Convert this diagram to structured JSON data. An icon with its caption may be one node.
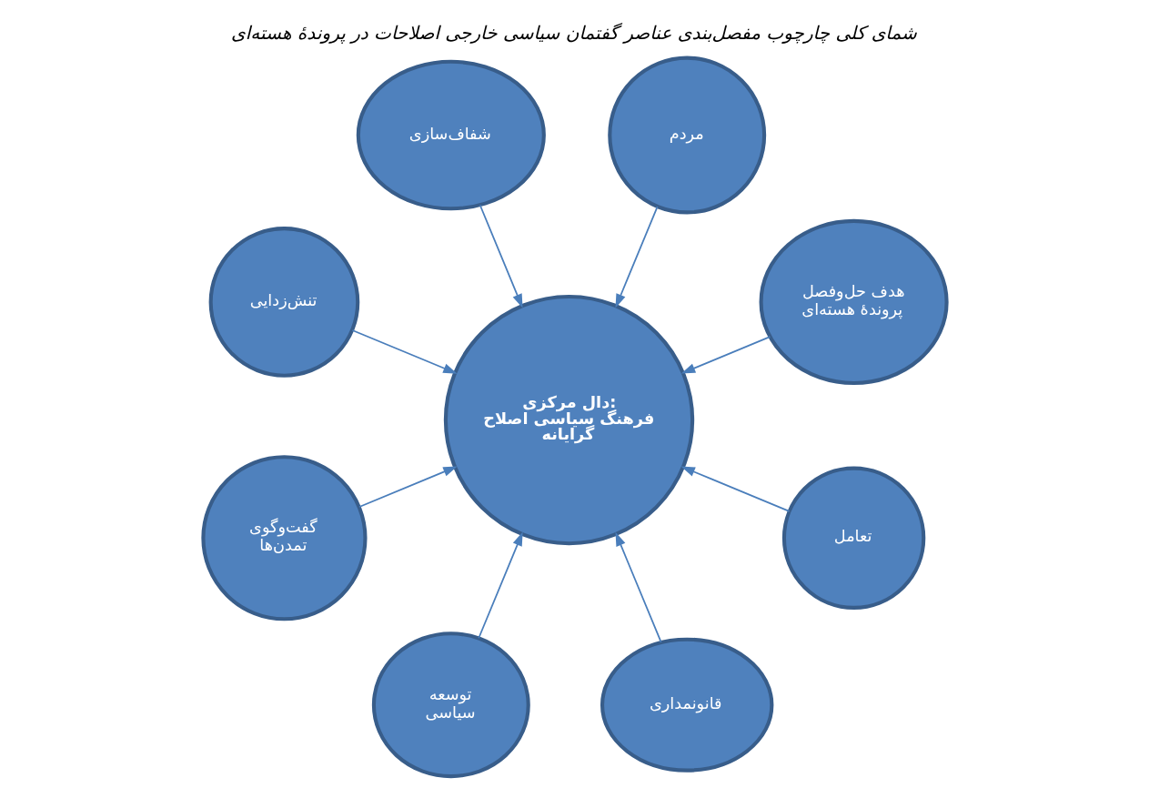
{
  "diagram": {
    "title": "شمای کلی چارچوب مفصل‌بندی عناصر گفتمان سیاسی خارجی اصلاحات در پروندۀ هسته‌ای",
    "nodes": [
      {
        "text": [
          "هدف حل‌وفصل پروندۀ هسته‌ای"
        ]
      },
      {
        "text": [
          "مردم"
        ]
      },
      {
        "text": [
          "شفاف‌سازی"
        ]
      },
      {
        "text": [
          "تنش‌زدایی"
        ]
      },
      {
        "text": [
          "دال مرکزی:",
          "فرهنگ سیاسی اصلاح گرایانه"
        ]
      },
      {
        "text": [
          "گفت‌وگوی تمدن‌ها"
        ]
      },
      {
        "text": [
          "توسعه سیاسی"
        ]
      },
      {
        "text": [
          "قانونمداری"
        ]
      },
      {
        "text": [
          "تعامل"
        ]
      }
    ],
    "edges": [
      {
        "from": 0,
        "to": 4,
        "arrow": "to"
      },
      {
        "from": 1,
        "to": 4,
        "arrow": "to"
      },
      {
        "from": 2,
        "to": 4,
        "arrow": "to"
      },
      {
        "from": 3,
        "to": 4,
        "arrow": "to"
      },
      {
        "from": 5,
        "to": 4,
        "arrow": "to"
      },
      {
        "from": 6,
        "to": 4,
        "arrow": "to"
      },
      {
        "from": 7,
        "to": 4,
        "arrow": "to"
      },
      {
        "from": 8,
        "to": 4,
        "arrow": "to"
      }
    ]
  }
}
